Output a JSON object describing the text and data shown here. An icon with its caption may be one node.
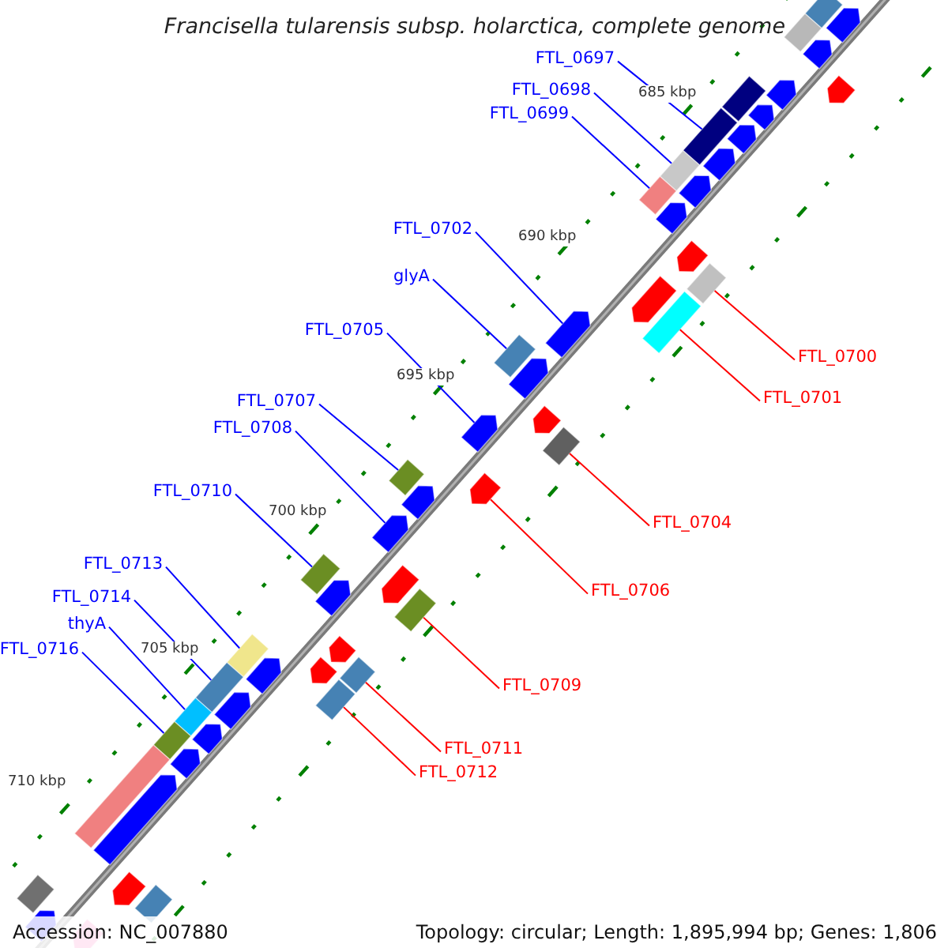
{
  "diagram": {
    "title": "Francisella tularensis subsp. holarctica, complete genome",
    "nodes": [
      {
        "text": [
          "FTL_0697"
        ]
      },
      {
        "text": [
          "FTL_0698"
        ]
      },
      {
        "text": [
          "FTL_0699"
        ]
      },
      {
        "text": [
          "FTL_0702"
        ]
      },
      {
        "text": [
          "glyA"
        ]
      },
      {
        "text": [
          "FTL_0705"
        ]
      },
      {
        "text": [
          "FTL_0700"
        ]
      },
      {
        "text": [
          "FTL_0701"
        ]
      },
      {
        "text": [
          "FTL_0707"
        ]
      },
      {
        "text": [
          "FTL_0708"
        ]
      },
      {
        "text": [
          "FTL_0710"
        ]
      },
      {
        "text": [
          "FTL_0704"
        ]
      },
      {
        "text": [
          "FTL_0713"
        ]
      },
      {
        "text": [
          "FTL_0706"
        ]
      },
      {
        "text": [
          "FTL_0714"
        ]
      },
      {
        "text": [
          "thyA"
        ]
      },
      {
        "text": [
          "FTL_0716"
        ]
      },
      {
        "text": [
          "FTL_0709"
        ]
      },
      {
        "text": [
          "FTL_0711"
        ]
      },
      {
        "text": [
          "FTL_0712"
        ]
      },
      {
        "text": [],
        "shape": "pentagon"
      },
      {
        "text": [],
        "shape": "box"
      },
      {
        "text": [],
        "shape": "box"
      },
      {
        "text": [],
        "shape": "pentagon"
      },
      {
        "text": [],
        "shape": "pentagon"
      },
      {
        "text": [],
        "shape": "pentagon"
      },
      {
        "text": [],
        "shape": "box"
      },
      {
        "text": [],
        "shape": "pentagon"
      },
      {
        "text": [],
        "shape": "pentagon"
      },
      {
        "text": [],
        "shape": "box"
      },
      {
        "text": [],
        "shape": "pentagon"
      },
      {
        "text": [],
        "shape": "box"
      },
      {
        "text": [],
        "shape": "pentagon"
      },
      {
        "text": [],
        "shape": "box"
      },
      {
        "text": [],
        "shape": "pentagon"
      },
      {
        "text": [],
        "shape": "pentagon"
      },
      {
        "text": [],
        "shape": "box"
      },
      {
        "text": [],
        "shape": "box"
      },
      {
        "text": [],
        "shape": "pentagon"
      },
      {
        "text": [],
        "shape": "pentagon"
      },
      {
        "text": [],
        "shape": "box"
      },
      {
        "text": [],
        "shape": "pentagon"
      },
      {
        "text": [],
        "shape": "pentagon"
      },
      {
        "text": [],
        "shape": "box"
      },
      {
        "text": [],
        "shape": "pentagon"
      },
      {
        "text": [],
        "shape": "pentagon"
      },
      {
        "text": [],
        "shape": "box"
      },
      {
        "text": [],
        "shape": "pentagon"
      },
      {
        "text": [],
        "shape": "pentagon"
      },
      {
        "text": [],
        "shape": "pentagon"
      },
      {
        "text": [],
        "shape": "box"
      },
      {
        "text": [],
        "shape": "box"
      },
      {
        "text": [],
        "shape": "pentagon"
      },
      {
        "text": [],
        "shape": "pentagon"
      },
      {
        "text": [],
        "shape": "box"
      },
      {
        "text": [],
        "shape": "pentagon"
      },
      {
        "text": [],
        "shape": "box"
      },
      {
        "text": [],
        "shape": "box"
      },
      {
        "text": [],
        "shape": "pentagon"
      },
      {
        "text": [],
        "shape": "box"
      },
      {
        "text": [],
        "shape": "pentagon"
      },
      {
        "text": [],
        "shape": "box"
      },
      {
        "text": [],
        "shape": "pentagon"
      },
      {
        "text": [],
        "shape": "box"
      },
      {
        "text": [],
        "shape": "pentagon"
      },
      {
        "text": [],
        "shape": "box"
      },
      {
        "text": [],
        "shape": "pentagon"
      },
      {
        "text": [],
        "shape": "box"
      },
      {
        "text": [],
        "shape": "pentagon"
      },
      {
        "text": [],
        "shape": "box"
      },
      {
        "text": [],
        "shape": "pentagon"
      },
      {
        "text": [],
        "shape": "pentagon"
      }
    ],
    "edges": [
      {
        "from": 0,
        "to": 29,
        "arrow": "none"
      },
      {
        "from": 1,
        "to": 31,
        "arrow": "none"
      },
      {
        "from": 2,
        "to": 33,
        "arrow": "none"
      },
      {
        "from": 3,
        "to": 39,
        "arrow": "none"
      },
      {
        "from": 4,
        "to": 40,
        "arrow": "none"
      },
      {
        "from": 5,
        "to": 44,
        "arrow": "none"
      },
      {
        "from": 6,
        "to": 36,
        "arrow": "none",
        "color": "#ff0000"
      },
      {
        "from": 7,
        "to": 37,
        "arrow": "none",
        "color": "#ff0000"
      },
      {
        "from": 8,
        "to": 46,
        "arrow": "none"
      },
      {
        "from": 9,
        "to": 48,
        "arrow": "none"
      },
      {
        "from": 10,
        "to": 51,
        "arrow": "none"
      },
      {
        "from": 11,
        "to": 43,
        "arrow": "none",
        "color": "#ff0000"
      },
      {
        "from": 12,
        "to": 57,
        "arrow": "none"
      },
      {
        "from": 13,
        "to": 45,
        "arrow": "none",
        "color": "#ff0000"
      },
      {
        "from": 14,
        "to": 59,
        "arrow": "none"
      },
      {
        "from": 15,
        "to": 61,
        "arrow": "none"
      },
      {
        "from": 16,
        "to": 63,
        "arrow": "none"
      },
      {
        "from": 17,
        "to": 50,
        "arrow": "none",
        "color": "#ff0000"
      },
      {
        "from": 18,
        "to": 54,
        "arrow": "none",
        "color": "#ff0000"
      },
      {
        "from": 19,
        "to": 56,
        "arrow": "none",
        "color": "#ff0000"
      }
    ],
    "labels": [
      "685 kbp",
      "690 kbp",
      "695 kbp",
      "700 kbp",
      "705 kbp",
      "710 kbp",
      "Accession: NC_007880",
      "Topology: circular; Length: 1,895,994 bp; Genes: 1,806"
    ]
  }
}
